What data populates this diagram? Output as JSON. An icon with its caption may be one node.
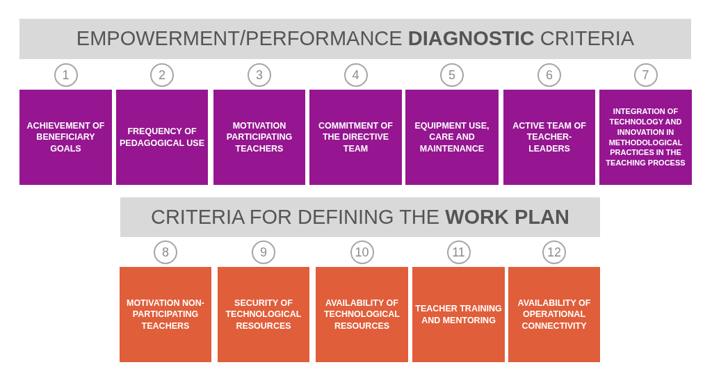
{
  "diagram": {
    "nodes": [
      {
        "text": [
          "EMPOWERMENT/PERFORMANCE **DIAGNOSTIC** CRITERIA"
        ]
      },
      {
        "text": [
          "1"
        ]
      },
      {
        "text": [
          "2"
        ]
      },
      {
        "text": [
          "3"
        ]
      },
      {
        "text": [
          "4"
        ]
      },
      {
        "text": [
          "5"
        ]
      },
      {
        "text": [
          "6"
        ]
      },
      {
        "text": [
          "7"
        ]
      },
      {
        "text": [
          "ACHIEVEMENT OF BENEFICIARY GOALS"
        ]
      },
      {
        "text": [
          "FREQUENCY OF PEDAGOGICAL USE"
        ]
      },
      {
        "text": [
          "MOTIVATION PARTICIPATING TEACHERS"
        ]
      },
      {
        "text": [
          "COMMITMENT OF THE DIRECTIVE TEAM"
        ]
      },
      {
        "text": [
          "EQUIPMENT USE, CARE AND MAINTENANCE"
        ]
      },
      {
        "text": [
          "ACTIVE TEAM OF TEACHER-LEADERS"
        ]
      },
      {
        "text": [
          "INTEGRATION OF TECHNOLOGY AND INNOVATION IN METHODOLOGICAL PRACTICES IN THE TEACHING PROCESS"
        ]
      },
      {
        "text": [
          "CRITERIA FOR DEFINING THE **WORK PLAN**"
        ]
      },
      {
        "text": [
          "8"
        ]
      },
      {
        "text": [
          "9"
        ]
      },
      {
        "text": [
          "10"
        ]
      },
      {
        "text": [
          "11"
        ]
      },
      {
        "text": [
          "12"
        ]
      },
      {
        "text": [
          "MOTIVATION NON-PARTICIPATING TEACHERS"
        ]
      },
      {
        "text": [
          "SECURITY OF TECHNOLOGICAL RESOURCES"
        ]
      },
      {
        "text": [
          "AVAILABILITY OF TECHNOLOGICAL RESOURCES"
        ]
      },
      {
        "text": [
          "TEACHER TRAINING AND MENTORING"
        ]
      },
      {
        "text": [
          "AVAILABILITY OF OPERATIONAL CONNECTIVITY"
        ]
      }
    ],
    "edges": []
  }
}
